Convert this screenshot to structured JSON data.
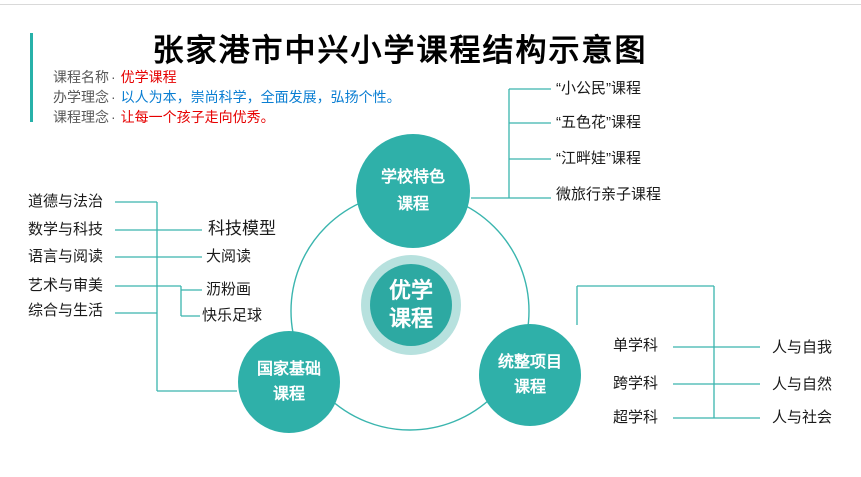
{
  "page": {
    "title": "张家港市中兴小学课程结构示意图"
  },
  "info": {
    "separator": "·",
    "rows": [
      {
        "label": "课程名称",
        "value": "优学课程"
      },
      {
        "label": "办学理念",
        "value": "以人为本，崇尚科学，全面发展，弘扬个性。"
      },
      {
        "label": "课程理念",
        "value": "让每一个孩子走向优秀。"
      }
    ]
  },
  "diagram": {
    "center": {
      "line1": "优学",
      "line2": "课程"
    },
    "top_node": {
      "line1": "学校特色",
      "line2": "课程"
    },
    "bottom_left_node": {
      "line1": "国家基础",
      "line2": "课程"
    },
    "bottom_right_node": {
      "line1": "统整项目",
      "line2": "课程"
    },
    "left_branch": {
      "subjects": [
        "道德与法治",
        "数学与科技",
        "语言与阅读",
        "艺术与审美",
        "综合与生活"
      ],
      "programs": [
        "科技模型",
        "大阅读",
        "沥粉画",
        "快乐足球"
      ]
    },
    "top_right_branch": [
      "“小公民”课程",
      "“五色花”课程",
      "“江畔娃”课程",
      "微旅行亲子课程"
    ],
    "bottom_right_branch": {
      "levels": [
        "单学科",
        "跨学科",
        "超学科"
      ],
      "domains": [
        "人与自我",
        "人与自然",
        "人与社会"
      ]
    },
    "colors": {
      "node_teal": "#2fb0a9",
      "center_inner_teal": "#2da9a2",
      "center_ring_light": "#b7e1de",
      "connector_teal": "#3ab5ae",
      "accent_bar_teal": "#27b1a9",
      "value_red": "#e60000",
      "value_blue": "#0a7ed2",
      "label_gray": "#595959",
      "title_black": "#000000"
    }
  }
}
